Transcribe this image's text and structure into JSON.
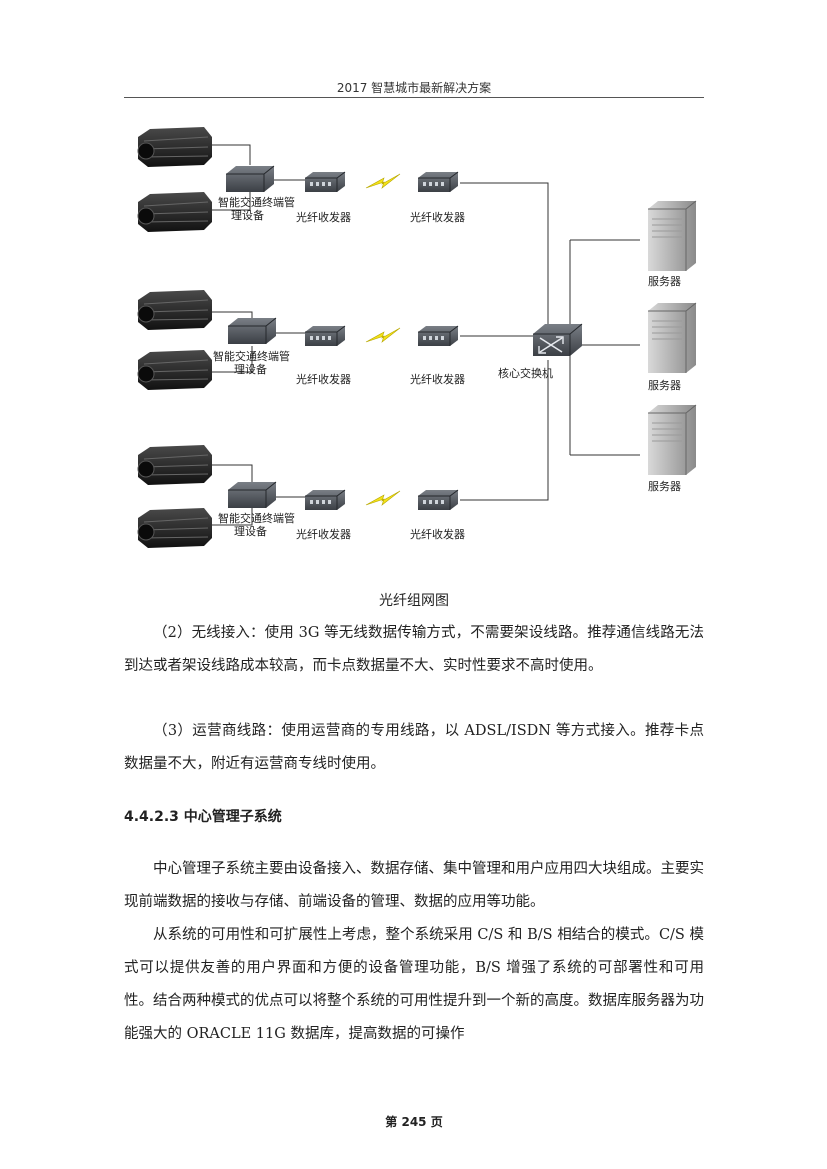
{
  "header": {
    "title": "2017 智慧城市最新解决方案"
  },
  "diagram": {
    "groups": [
      {
        "mgmt_label_1": "智能交通终端管",
        "mgmt_label_2": "理设备",
        "transceiver_left": "光纤收发器",
        "transceiver_right": "光纤收发器"
      },
      {
        "mgmt_label_1": "智能交通终端管",
        "mgmt_label_2": "理设备",
        "transceiver_left": "光纤收发器",
        "transceiver_right": "光纤收发器"
      },
      {
        "mgmt_label_1": "智能交通终端管",
        "mgmt_label_2": "理设备",
        "transceiver_left": "光纤收发器",
        "transceiver_right": "光纤收发器"
      }
    ],
    "core_switch": "核心交换机",
    "servers": [
      "服务器",
      "服务器",
      "服务器"
    ],
    "caption": "光纤组网图"
  },
  "body": {
    "para1": "（2）无线接入：使用 3G 等无线数据传输方式，不需要架设线路。推荐通信线路无法到达或者架设线路成本较高，而卡点数据量不大、实时性要求不高时使用。",
    "para2": "（3）运营商线路：使用运营商的专用线路，以 ADSL/ISDN 等方式接入。推荐卡点数据量不大，附近有运营商专线时使用。",
    "heading": "4.4.2.3 中心管理子系统",
    "para3": "中心管理子系统主要由设备接入、数据存储、集中管理和用户应用四大块组成。主要实现前端数据的接收与存储、前端设备的管理、数据的应用等功能。",
    "para4": "从系统的可用性和可扩展性上考虑，整个系统采用 C/S 和 B/S 相结合的模式。C/S 模式可以提供友善的用户界面和方便的设备管理功能，B/S 增强了系统的可部署性和可用性。结合两种模式的优点可以将整个系统的可用性提升到一个新的高度。数据库服务器为功能强大的 ORACLE 11G 数据库，提高数据的可操作"
  },
  "footer": {
    "page": "第 245 页"
  }
}
